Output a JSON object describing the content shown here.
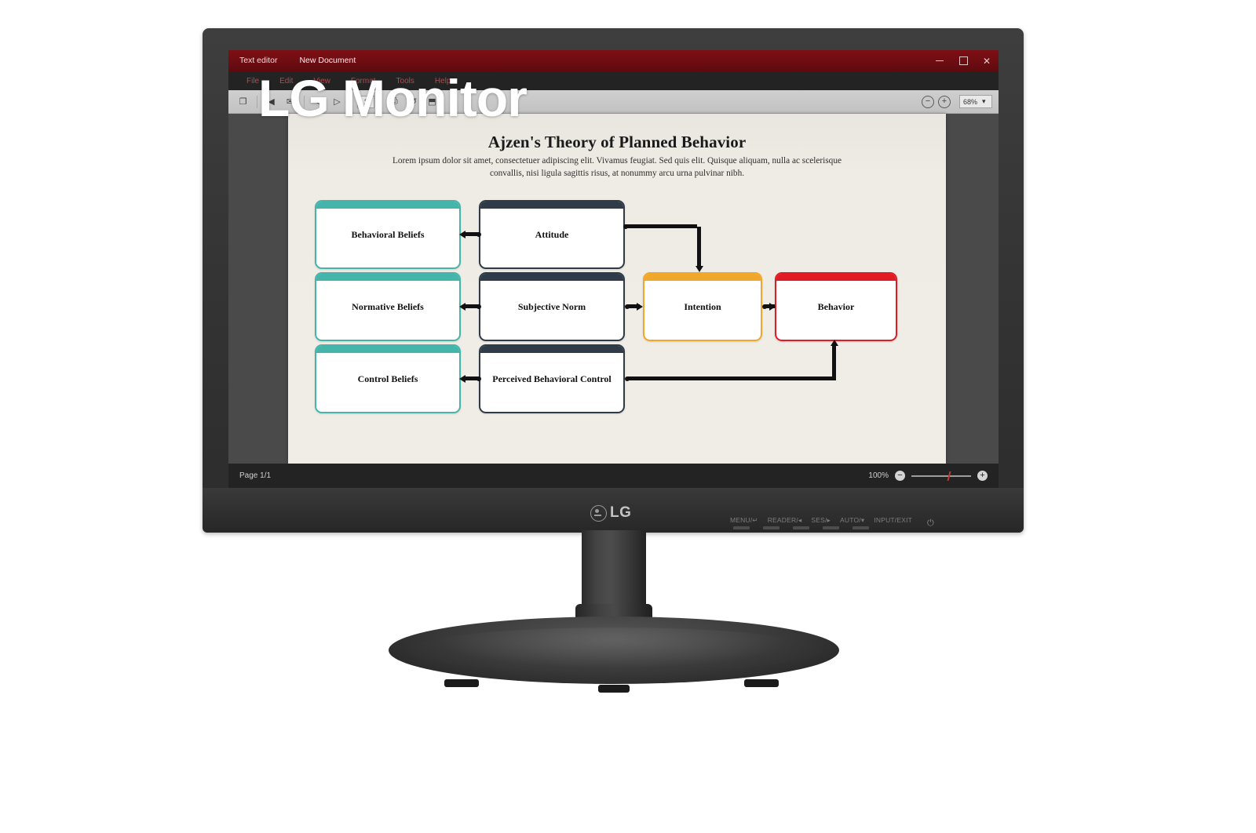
{
  "window": {
    "app_tab": "Text editor",
    "document_tab": "New Document",
    "controls": {
      "minimize": "–",
      "maximize": "□",
      "close": "✕"
    }
  },
  "menubar": {
    "items": [
      "File",
      "Edit",
      "View",
      "Format",
      "Tools",
      "Help"
    ]
  },
  "toolbar": {
    "icons": [
      {
        "name": "new-document-icon",
        "glyph": "❐"
      },
      {
        "name": "open-folder-icon",
        "glyph": "◀"
      },
      {
        "name": "email-icon",
        "glyph": "✉"
      },
      {
        "name": "previous-page-icon",
        "glyph": "◁"
      },
      {
        "name": "next-page-icon",
        "glyph": "▷"
      }
    ],
    "page_field_value": "1",
    "icons2": [
      {
        "name": "print-icon",
        "glyph": "⎙"
      },
      {
        "name": "undo-icon",
        "glyph": "↺"
      },
      {
        "name": "save-icon",
        "glyph": "⬒"
      }
    ],
    "zoom_out": "−",
    "zoom_in": "+",
    "zoom_value": "68%",
    "zoom_caret": "▾"
  },
  "document": {
    "title": "Ajzen's Theory of Planned Behavior",
    "subtitle": "Lorem ipsum dolor sit amet, consectetuer adipiscing elit. Vivamus feugiat. Sed quis elit. Quisque aliquam, nulla ac scelerisque convallis, nisi ligula sagittis risus, at nonummy arcu urna pulvinar nibh."
  },
  "diagram": {
    "type": "flowchart",
    "nodes": [
      {
        "id": "behavioral-beliefs",
        "label": "Behavioral Beliefs",
        "accent": "#45b5ab",
        "row": 1,
        "col": 1
      },
      {
        "id": "attitude",
        "label": "Attitude",
        "accent": "#2f3b49",
        "row": 1,
        "col": 2
      },
      {
        "id": "normative-beliefs",
        "label": "Normative Beliefs",
        "accent": "#45b5ab",
        "row": 2,
        "col": 1
      },
      {
        "id": "subjective-norm",
        "label": "Subjective Norm",
        "accent": "#2f3b49",
        "row": 2,
        "col": 2
      },
      {
        "id": "intention",
        "label": "Intention",
        "accent": "#f0a72b",
        "row": 2,
        "col": 3
      },
      {
        "id": "behavior",
        "label": "Behavior",
        "accent": "#e01b24",
        "row": 2,
        "col": 4
      },
      {
        "id": "control-beliefs",
        "label": "Control Beliefs",
        "accent": "#45b5ab",
        "row": 3,
        "col": 1
      },
      {
        "id": "perceived-behavioral-control",
        "label": "Perceived Behavioral Control",
        "accent": "#2f3b49",
        "row": 3,
        "col": 2
      }
    ],
    "edges": [
      {
        "from": "attitude",
        "to": "behavioral-beliefs"
      },
      {
        "from": "subjective-norm",
        "to": "normative-beliefs"
      },
      {
        "from": "perceived-behavioral-control",
        "to": "control-beliefs"
      },
      {
        "from": "attitude",
        "to": "intention"
      },
      {
        "from": "subjective-norm",
        "to": "intention"
      },
      {
        "from": "intention",
        "to": "behavior"
      },
      {
        "from": "perceived-behavioral-control",
        "to": "behavior"
      }
    ]
  },
  "statusbar": {
    "page_indicator": "Page  1/1",
    "zoom_percent": "100%",
    "zoom_out": "−",
    "zoom_in": "+"
  },
  "monitor": {
    "watermark": "LG Monitor",
    "brand": "LG",
    "osd": [
      "MENU/↵",
      "READER/◂",
      "SES/▸",
      "AUTO/▾",
      "INPUT/EXIT"
    ],
    "power": "⏻"
  }
}
